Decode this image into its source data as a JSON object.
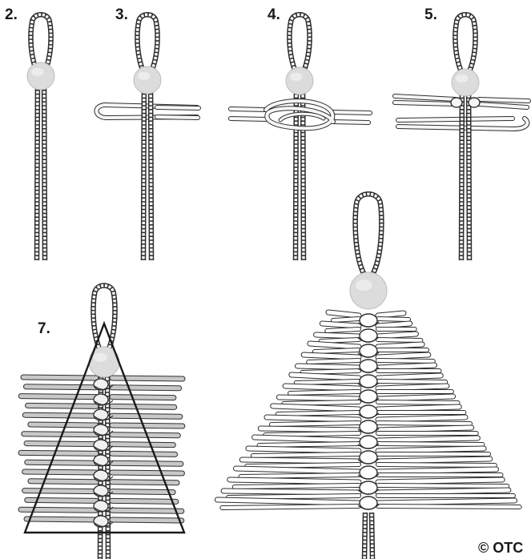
{
  "steps": [
    {
      "label": "2."
    },
    {
      "label": "3."
    },
    {
      "label": "4."
    },
    {
      "label": "5."
    },
    {
      "label": "7."
    }
  ],
  "credit": "© OTC",
  "colors": {
    "cord_outline": "#2e2e2e",
    "cord_fill": "#ffffff",
    "bead_fill": "#dcdcdc",
    "bead_stroke": "#bdbdbd",
    "strand_fill": "#f6f6f6",
    "shaded_strand_fill": "#c8c8c8",
    "triangle_stroke": "#1a1a1a"
  },
  "figures": [
    {
      "step": "2.",
      "depicts": "looped cord with bead"
    },
    {
      "step": "3.",
      "depicts": "strand folded behind cords"
    },
    {
      "step": "4.",
      "depicts": "square knot around cords"
    },
    {
      "step": "5.",
      "depicts": "knot tightened, next strand added"
    },
    {
      "step": "7.",
      "depicts": "stacked knots with triangle trim guide"
    },
    {
      "step": "",
      "depicts": "finished tree"
    }
  ]
}
